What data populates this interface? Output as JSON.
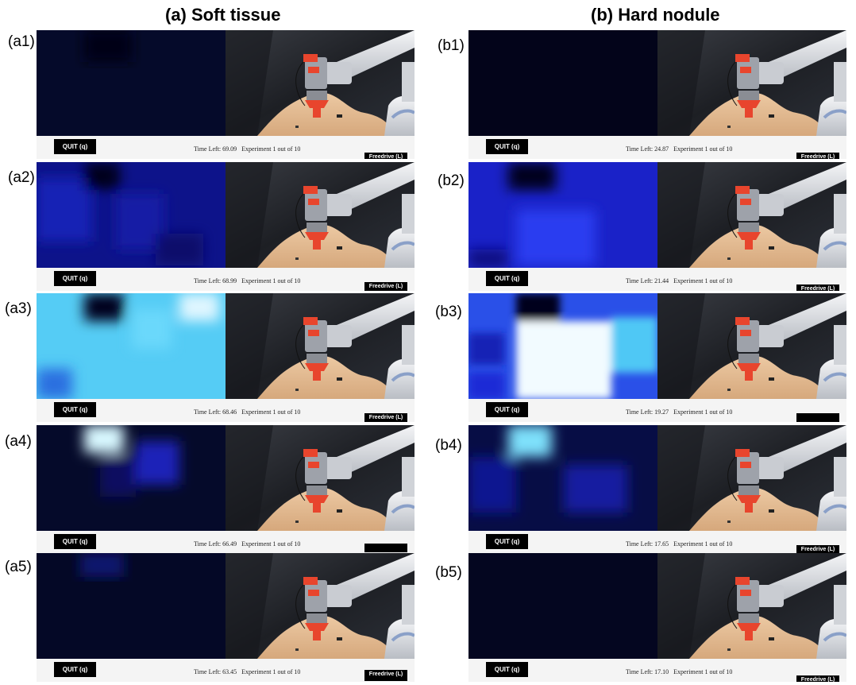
{
  "columns": {
    "a_title": "(a) Soft tissue",
    "b_title": "(b) Hard nodule"
  },
  "panels": {
    "a1": {
      "label": "(a1)",
      "time_left": "Time Left: 69.09",
      "experiment": "Experiment 1 out of 10",
      "quit": "QUIT (q)",
      "freedrive": "Freedrive (L)"
    },
    "a2": {
      "label": "(a2)",
      "time_left": "Time Left: 68.99",
      "experiment": "Experiment 1 out of 10",
      "quit": "QUIT (q)",
      "freedrive": "Freedrive (L)"
    },
    "a3": {
      "label": "(a3)",
      "time_left": "Time Left: 68.46",
      "experiment": "Experiment 1 out of 10",
      "quit": "QUIT (q)",
      "freedrive": "Freedrive (L)"
    },
    "a4": {
      "label": "(a4)",
      "time_left": "Time Left: 66.49",
      "experiment": "Experiment 1 out of 10",
      "quit": "QUIT (q)",
      "freedrive": ""
    },
    "a5": {
      "label": "(a5)",
      "time_left": "Time Left: 63.45",
      "experiment": "Experiment 1 out of 10",
      "quit": "QUIT (q)",
      "freedrive": "Freedrive (L)"
    },
    "b1": {
      "label": "(b1)",
      "time_left": "Time Left: 24.87",
      "experiment": "Experiment 1 out of 10",
      "quit": "QUIT (q)",
      "freedrive": "Freedrive (L)"
    },
    "b2": {
      "label": "(b2)",
      "time_left": "Time Left: 21.44",
      "experiment": "Experiment 1 out of 10",
      "quit": "QUIT (q)",
      "freedrive": "Freedrive (L)"
    },
    "b3": {
      "label": "(b3)",
      "time_left": "Time Left: 19.27",
      "experiment": "Experiment 1 out of 10",
      "quit": "QUIT (q)",
      "freedrive": ""
    },
    "b4": {
      "label": "(b4)",
      "time_left": "Time Left: 17.65",
      "experiment": "Experiment 1 out of 10",
      "quit": "QUIT (q)",
      "freedrive": "Freedrive (L)"
    },
    "b5": {
      "label": "(b5)",
      "time_left": "Time Left: 17.10",
      "experiment": "Experiment 1 out of 10",
      "quit": "QUIT (q)",
      "freedrive": "Freedrive (L)"
    }
  },
  "colors": {
    "heatmap_dark": "#050a2a",
    "heatmap_blue": "#1a2ad6",
    "heatmap_cyan": "#55ccf5",
    "heatmap_white": "#f2fbff",
    "phantom_skin": "#e3b98f",
    "sensor_red": "#e8452d"
  }
}
